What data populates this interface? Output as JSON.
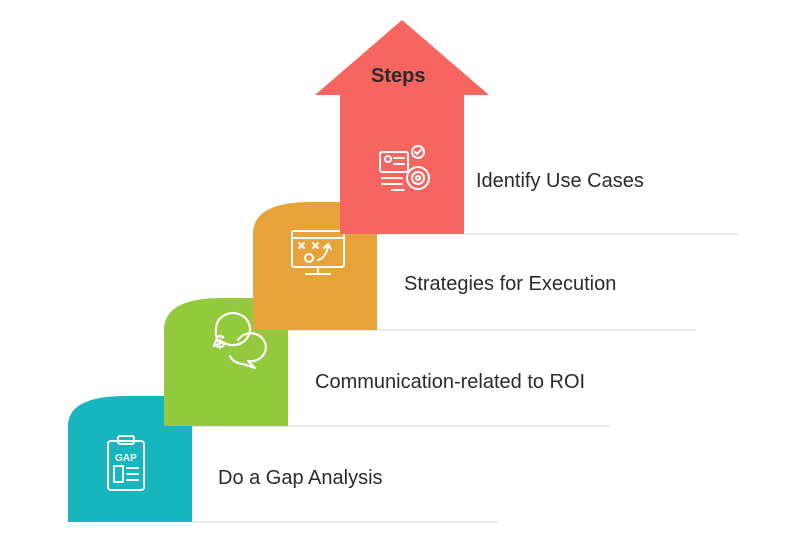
{
  "title": "Steps",
  "steps": [
    {
      "label": "Do a Gap Analysis",
      "icon": "gap-analysis-clipboard-icon",
      "color": "#17b5bd",
      "fold_color": "#0f9aa1"
    },
    {
      "label": "Communication-related to ROI",
      "icon": "dollar-chat-bubbles-icon",
      "color": "#93c93c",
      "fold_color": "#7eb02b"
    },
    {
      "label": "Strategies for Execution",
      "icon": "strategy-monitor-icon",
      "color": "#e8a23a",
      "fold_color": "#d08a26"
    },
    {
      "label": "Identify Use Cases",
      "icon": "use-case-target-icon",
      "color": "#f6655f",
      "fold_color": "#f6655f"
    }
  ],
  "colors": {
    "divider": "#d9d9d9",
    "icon_stroke": "#ffffff",
    "text": "#2b2b2b"
  }
}
